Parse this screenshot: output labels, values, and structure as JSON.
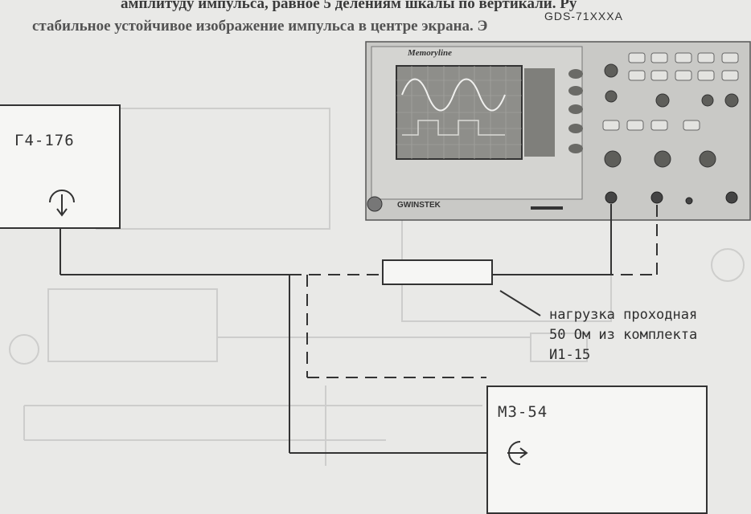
{
  "background_text": {
    "top_line": "амплитуду импульса, равное 5 делениям шкалы по вертикали. Ру",
    "second_line": "стабильное устойчивое изображение импульса в центре экрана. Э"
  },
  "oscilloscope": {
    "model_label": "GDS-71XXXA",
    "brand": "Memoryline",
    "maker": "GWINSTEK"
  },
  "generator": {
    "title": "Г4-176"
  },
  "receiver": {
    "title": "М3-54"
  },
  "load_note": {
    "line1": "нагрузка проходная",
    "line2": "50 Ом из комплекта",
    "line3": "И1-15"
  },
  "colors": {
    "line": "#333333",
    "box_bg": "#f6f6f4",
    "page_bg": "#e9e9e7"
  }
}
